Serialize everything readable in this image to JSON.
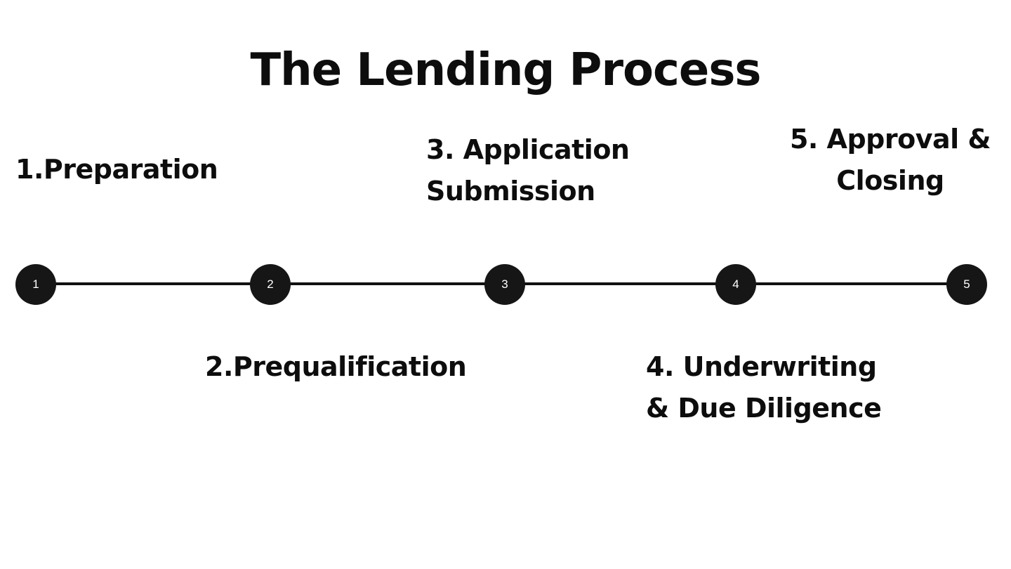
{
  "title": "The Lending Process",
  "steps": [
    {
      "number": "1",
      "label_lines": [
        "1.Preparation"
      ]
    },
    {
      "number": "2",
      "label_lines": [
        "2.Prequalification"
      ]
    },
    {
      "number": "3",
      "label_lines": [
        "3. Application",
        "Submission"
      ]
    },
    {
      "number": "4",
      "label_lines": [
        "4. Underwriting",
        "& Due Diligence"
      ]
    },
    {
      "number": "5",
      "label_lines": [
        "5. Approval &",
        "Closing"
      ]
    }
  ],
  "colors": {
    "text": "#0d0d0d",
    "node_fill": "#161616",
    "node_text": "#ffffff",
    "line": "#111111",
    "background": "#ffffff"
  }
}
